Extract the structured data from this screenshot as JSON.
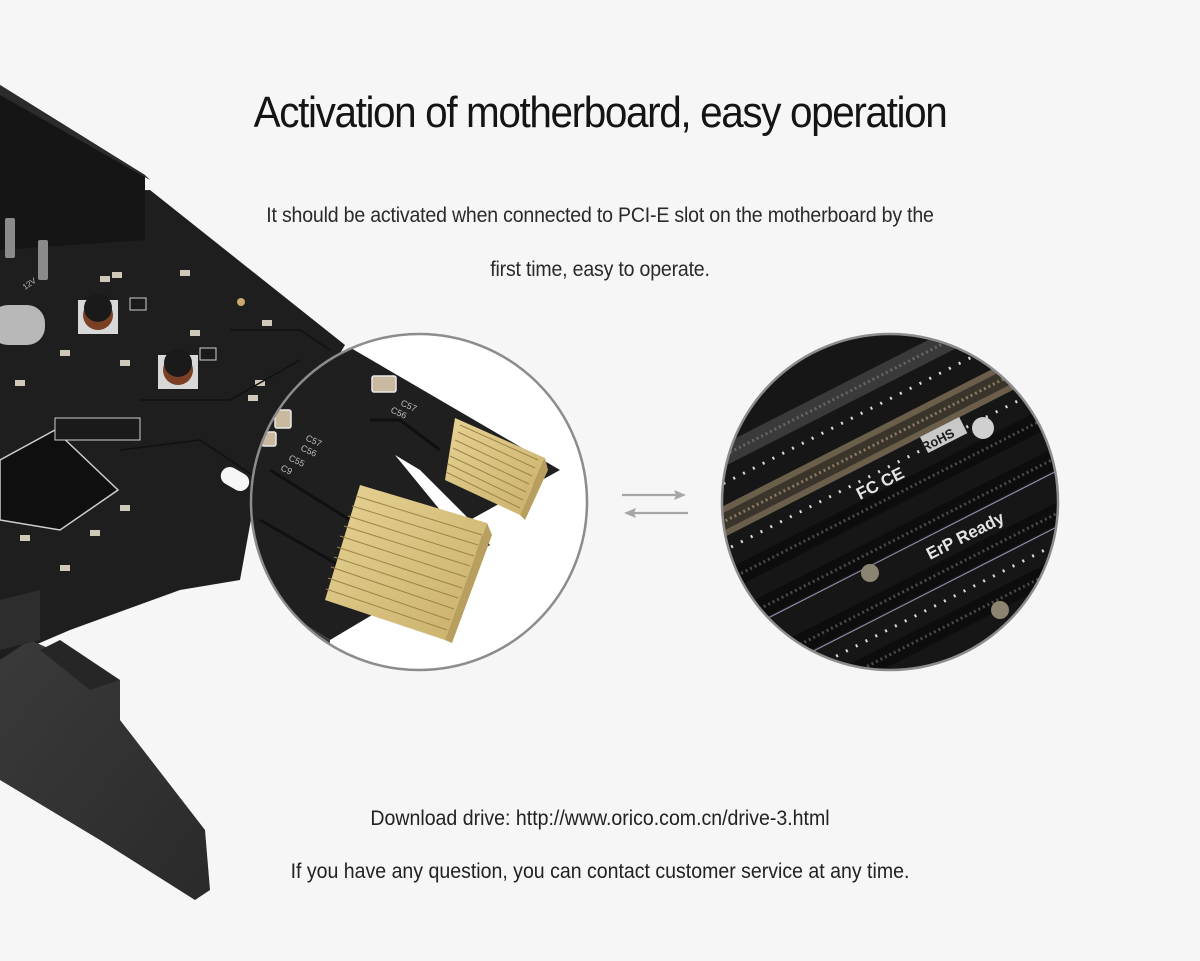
{
  "heading": {
    "title": "Activation of motherboard, easy operation"
  },
  "description": {
    "line1": "It should be activated when connected to PCI-E slot on the motherboard by the",
    "line2": "first time, easy to operate."
  },
  "illustration": {
    "card_silkscreen_labels": [
      "12V",
      "C57",
      "C56",
      "C55",
      "C9"
    ],
    "motherboard_marks": [
      "FC",
      "CE",
      "RoHS",
      "ErP Ready"
    ],
    "arrows_icon": "bidirectional-arrows-icon",
    "colors": {
      "background": "#f6f6f6",
      "pcb": "#1c1c1c",
      "gold_finger": "#d9c383",
      "circle_border": "#8c8c8c",
      "arrow": "#a6a6a6"
    }
  },
  "footer": {
    "download_label": "Download drive:",
    "download_url": "http://www.orico.com.cn/drive-3.html",
    "support_text": "If you have any question, you can contact customer service at any time."
  }
}
